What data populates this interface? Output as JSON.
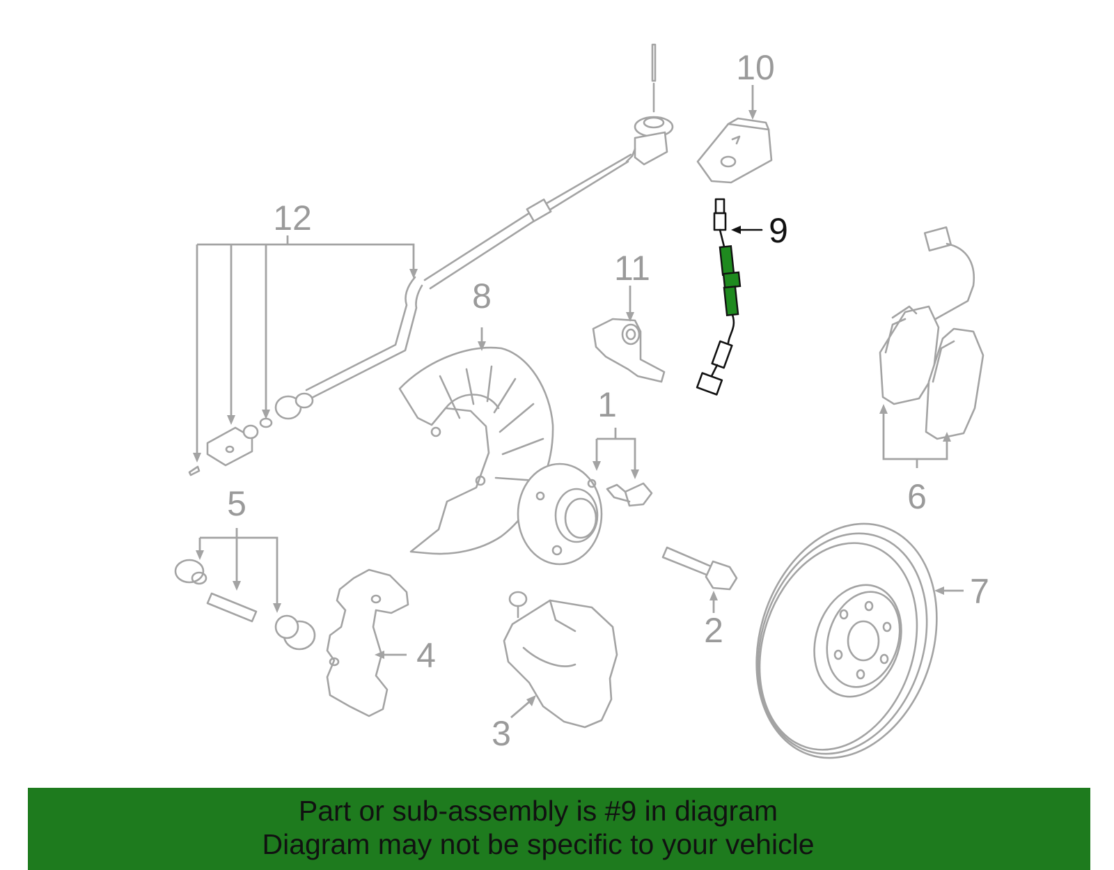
{
  "diagram": {
    "highlighted_part": "9",
    "callouts": [
      {
        "id": "c1",
        "label": "1"
      },
      {
        "id": "c2",
        "label": "2"
      },
      {
        "id": "c3",
        "label": "3"
      },
      {
        "id": "c4",
        "label": "4"
      },
      {
        "id": "c5",
        "label": "5"
      },
      {
        "id": "c6",
        "label": "6"
      },
      {
        "id": "c7",
        "label": "7"
      },
      {
        "id": "c8",
        "label": "8"
      },
      {
        "id": "c9",
        "label": "9"
      },
      {
        "id": "c10",
        "label": "10"
      },
      {
        "id": "c11",
        "label": "11"
      },
      {
        "id": "c12",
        "label": "12"
      }
    ],
    "colors": {
      "part_outline": "#a3a3a3",
      "callout_text": "#9a9a9a",
      "highlight_part": "#1f8a1f",
      "highlight_text": "#111111",
      "banner_background": "#1e7b1e"
    }
  },
  "banner": {
    "line1": "Part or sub-assembly is #9 in diagram",
    "line2": "Diagram may not be specific to your vehicle"
  }
}
